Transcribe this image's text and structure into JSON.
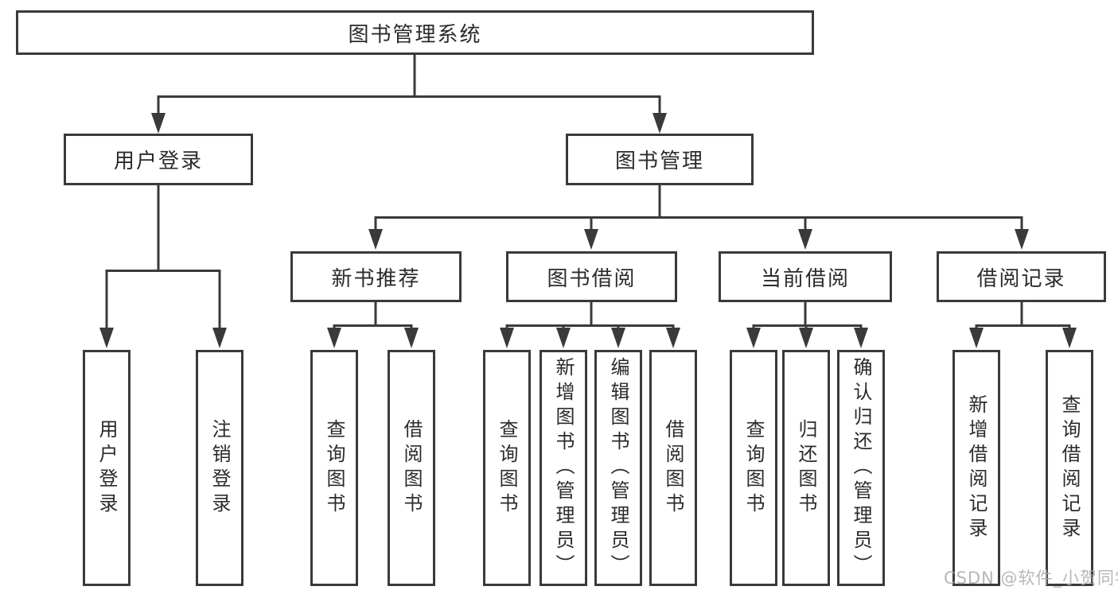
{
  "root": {
    "label": "图书管理系统"
  },
  "branches": {
    "user_login": {
      "label": "用户登录",
      "leaves": [
        "用户登录",
        "注销登录"
      ]
    },
    "book_management": {
      "label": "图书管理",
      "sections": [
        {
          "label": "新书推荐",
          "leaves": [
            "查询图书",
            "借阅图书"
          ]
        },
        {
          "label": "图书借阅",
          "leaves": [
            "查询图书",
            "新增图书（管理员）",
            "编辑图书（管理员）",
            "借阅图书"
          ]
        },
        {
          "label": "当前借阅",
          "leaves": [
            "查询图书",
            "归还图书",
            "确认归还（管理员）"
          ]
        },
        {
          "label": "借阅记录",
          "leaves": [
            "新增借阅记录",
            "查询借阅记录"
          ]
        }
      ]
    }
  },
  "watermark": "CSDN @软件_小贺同学",
  "colors": {
    "line": "#3a3a3a",
    "text": "#2b2b2b",
    "box_background": "#ffffff",
    "page_background": "#ffffff",
    "watermark": "#aaaaaa"
  }
}
